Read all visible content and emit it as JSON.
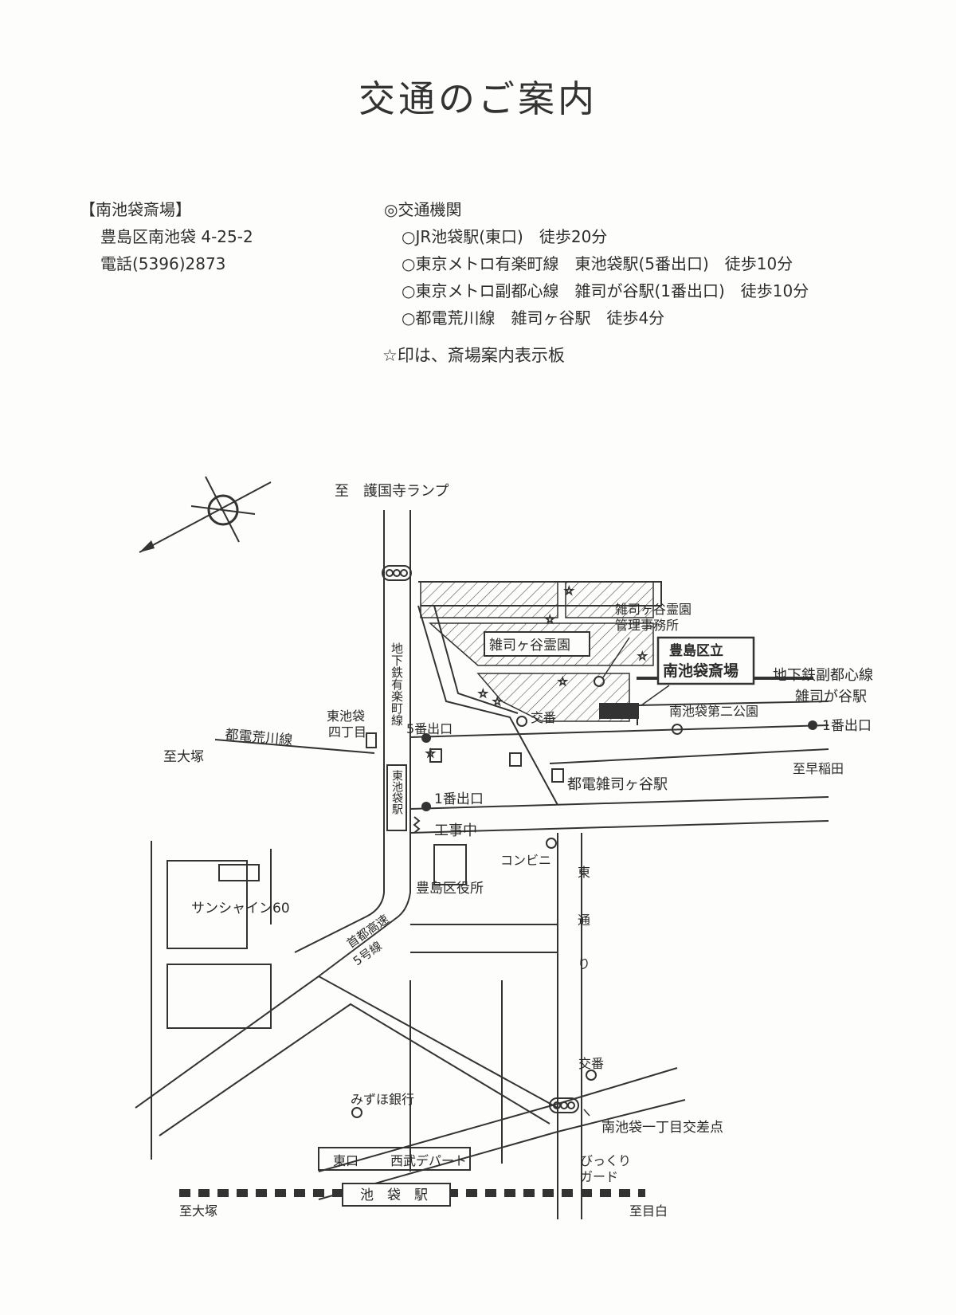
{
  "title": "交通のご案内",
  "venue": {
    "name": "【南池袋斎場】",
    "address": "豊島区南池袋 4-25-2",
    "phone": "電話(5396)2873"
  },
  "transit": {
    "heading": "◎交通機関",
    "routes": [
      "○JR池袋駅(東口)　徒歩20分",
      "○東京メトロ有楽町線　東池袋駅(5番出口)　徒歩10分",
      "○東京メトロ副都心線　雑司が谷駅(1番出口)　徒歩10分",
      "○都電荒川線　雑司ヶ谷駅　徒歩4分"
    ],
    "note": "☆印は、斎場案内表示板"
  },
  "map": {
    "icons": [
      "compass-icon",
      "traffic-signal-icon",
      "station-exit-icon",
      "star-sign-icon",
      "koban-icon",
      "landmark-circle-icon"
    ],
    "labels": {
      "to_gokokuji": "至　護国寺ランプ",
      "cemetery_office": [
        "雑司ヶ谷霊園",
        "管理事務所"
      ],
      "cemetery": "雑司ヶ谷霊園",
      "funeral_hall": [
        "豊島区立",
        "南池袋斎場"
      ],
      "fukutoshin": [
        "地下鉄副都心線",
        "雑司が谷駅"
      ],
      "exit1_right": "1番出口",
      "park": "南池袋第二公園",
      "koban_top": "交番",
      "higashi4": [
        "東池袋",
        "四丁目"
      ],
      "exit5": "5番出口",
      "yurakucho": "地下鉄有楽町線",
      "arakawa": "都電荒川線",
      "to_otsuka_top": "至大塚",
      "to_waseda": "至早稲田",
      "toden_station": "都電雑司ヶ谷駅",
      "higashi_ikebukuro_station": "東池袋駅",
      "exit1_left": "1番出口",
      "construction": "工事中",
      "konbini": "コンビニ",
      "ward_office": "豊島区役所",
      "sunshine": "サンシャイン60",
      "shuto": [
        "首都高速",
        "5号線"
      ],
      "higashi_dori": [
        "東",
        "通",
        "り"
      ],
      "koban_bottom": "交番",
      "mizuho": "みずほ銀行",
      "crossing": "南池袋一丁目交差点",
      "east_exit": "東口",
      "seibu": "西武デパート",
      "bikkuri": [
        "びっくり",
        "ガード"
      ],
      "ikebukuro": "池　袋　駅",
      "to_otsuka_bottom": "至大塚",
      "to_mejiro": "至目白"
    }
  }
}
